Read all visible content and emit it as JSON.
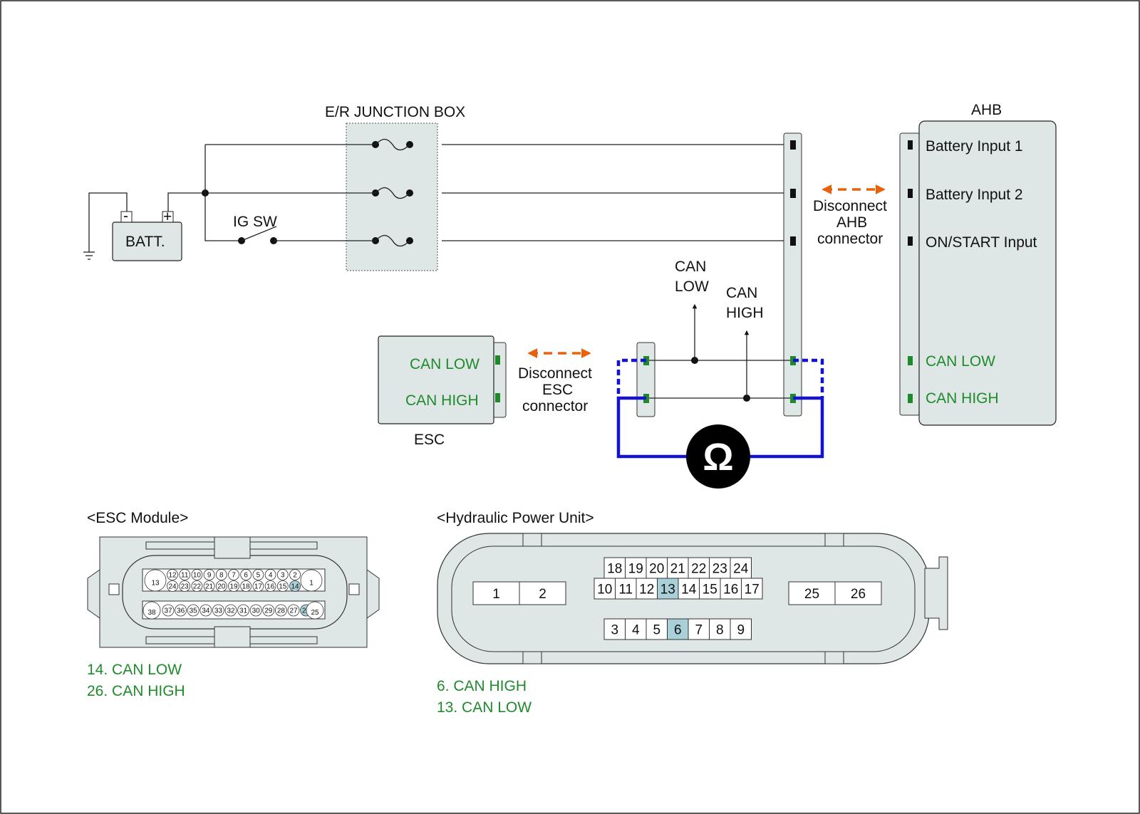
{
  "junction_box": {
    "title": "E/R JUNCTION BOX"
  },
  "battery": {
    "label": "BATT.",
    "neg": "-",
    "pos": "+"
  },
  "ig_switch": {
    "label": "IG SW"
  },
  "ahb": {
    "title": "AHB",
    "pins": [
      "Battery Input 1",
      "Battery Input 2",
      "ON/START Input",
      "CAN LOW",
      "CAN HIGH"
    ]
  },
  "esc": {
    "title": "ESC",
    "pins": [
      "CAN LOW",
      "CAN HIGH"
    ]
  },
  "disconnect_ahb": [
    "Disconnect",
    "AHB",
    "connector"
  ],
  "disconnect_esc": [
    "Disconnect",
    "ESC",
    "connector"
  ],
  "probe_low": [
    "CAN",
    "LOW"
  ],
  "probe_high": [
    "CAN",
    "HIGH"
  ],
  "ohmmeter": {
    "symbol": "Ω"
  },
  "esc_module": {
    "title": "<ESC Module>",
    "row1": [
      "12",
      "11",
      "10",
      "9",
      "8",
      "7",
      "6",
      "5",
      "4",
      "3",
      "2"
    ],
    "row2": [
      "24",
      "23",
      "22",
      "21",
      "20",
      "19",
      "18",
      "17",
      "16",
      "15",
      "14"
    ],
    "row3": [
      "37",
      "36",
      "35",
      "34",
      "33",
      "32",
      "31",
      "30",
      "29",
      "28",
      "27",
      "26"
    ],
    "big_left_top": "13",
    "big_right_top": "1",
    "big_left_bottom": "38",
    "big_right_bottom": "25",
    "highlight": [
      "14",
      "26"
    ],
    "legend": [
      "14. CAN LOW",
      "26. CAN HIGH"
    ]
  },
  "hpu": {
    "title": "<Hydraulic Power Unit>",
    "top_row": [
      "18",
      "19",
      "20",
      "21",
      "22",
      "23",
      "24"
    ],
    "mid_row": [
      "10",
      "11",
      "12",
      "13",
      "14",
      "15",
      "16",
      "17"
    ],
    "bottom_row": [
      "3",
      "4",
      "5",
      "6",
      "7",
      "8",
      "9"
    ],
    "left_pair": [
      "1",
      "2"
    ],
    "right_pair": [
      "25",
      "26"
    ],
    "highlight": [
      "13",
      "6"
    ],
    "legend": [
      "6. CAN HIGH",
      "13. CAN LOW"
    ]
  },
  "colors": {
    "can_green": "#1f8a2c",
    "meter_blue": "#1414d0",
    "arrow_orange": "#e8620c",
    "pin_highlight": "#a9cfd8"
  }
}
